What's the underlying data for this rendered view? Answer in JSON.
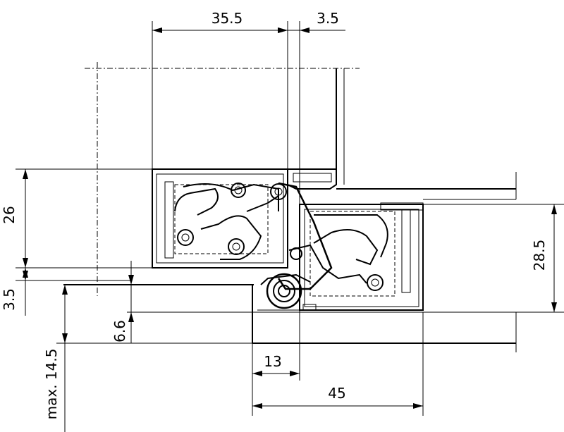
{
  "dimensions": {
    "top_width": "35.5",
    "top_gap": "3.5",
    "left_height": "26",
    "left_gap": "3.5",
    "right_height": "28.5",
    "offset": "6.6",
    "max_depth": "max. 14.5",
    "bottom_short": "13",
    "bottom_long": "45"
  },
  "colors": {
    "line": "#000000",
    "background": "#ffffff"
  }
}
